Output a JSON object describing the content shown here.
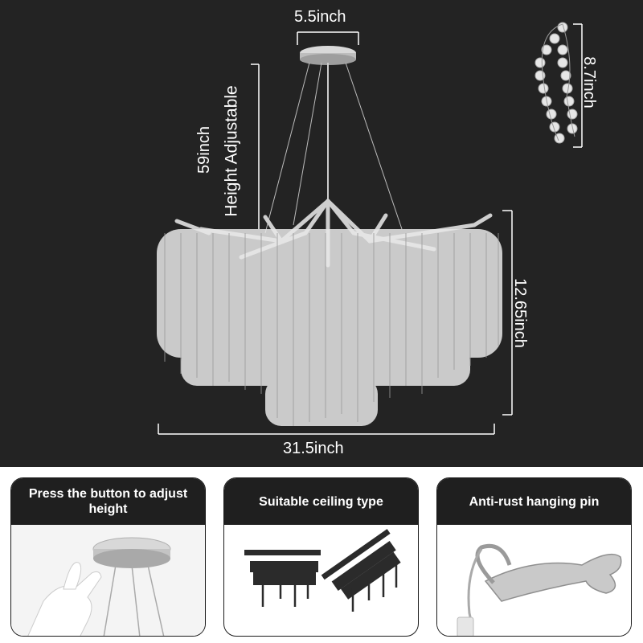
{
  "dimensions": {
    "canopy_width": "5.5inch",
    "strand_length": "8.7inch",
    "cable_length": "59inch",
    "height_note": "Height Adjustable",
    "body_height": "12.65inch",
    "body_width": "31.5inch"
  },
  "features": [
    {
      "title": "Press the button to adjust height"
    },
    {
      "title": "Suitable ceiling type"
    },
    {
      "title": "Anti-rust hanging pin"
    }
  ],
  "colors": {
    "background_dark": "#232323",
    "header_dark": "#1f1f1f",
    "text_light": "#ffffff"
  }
}
